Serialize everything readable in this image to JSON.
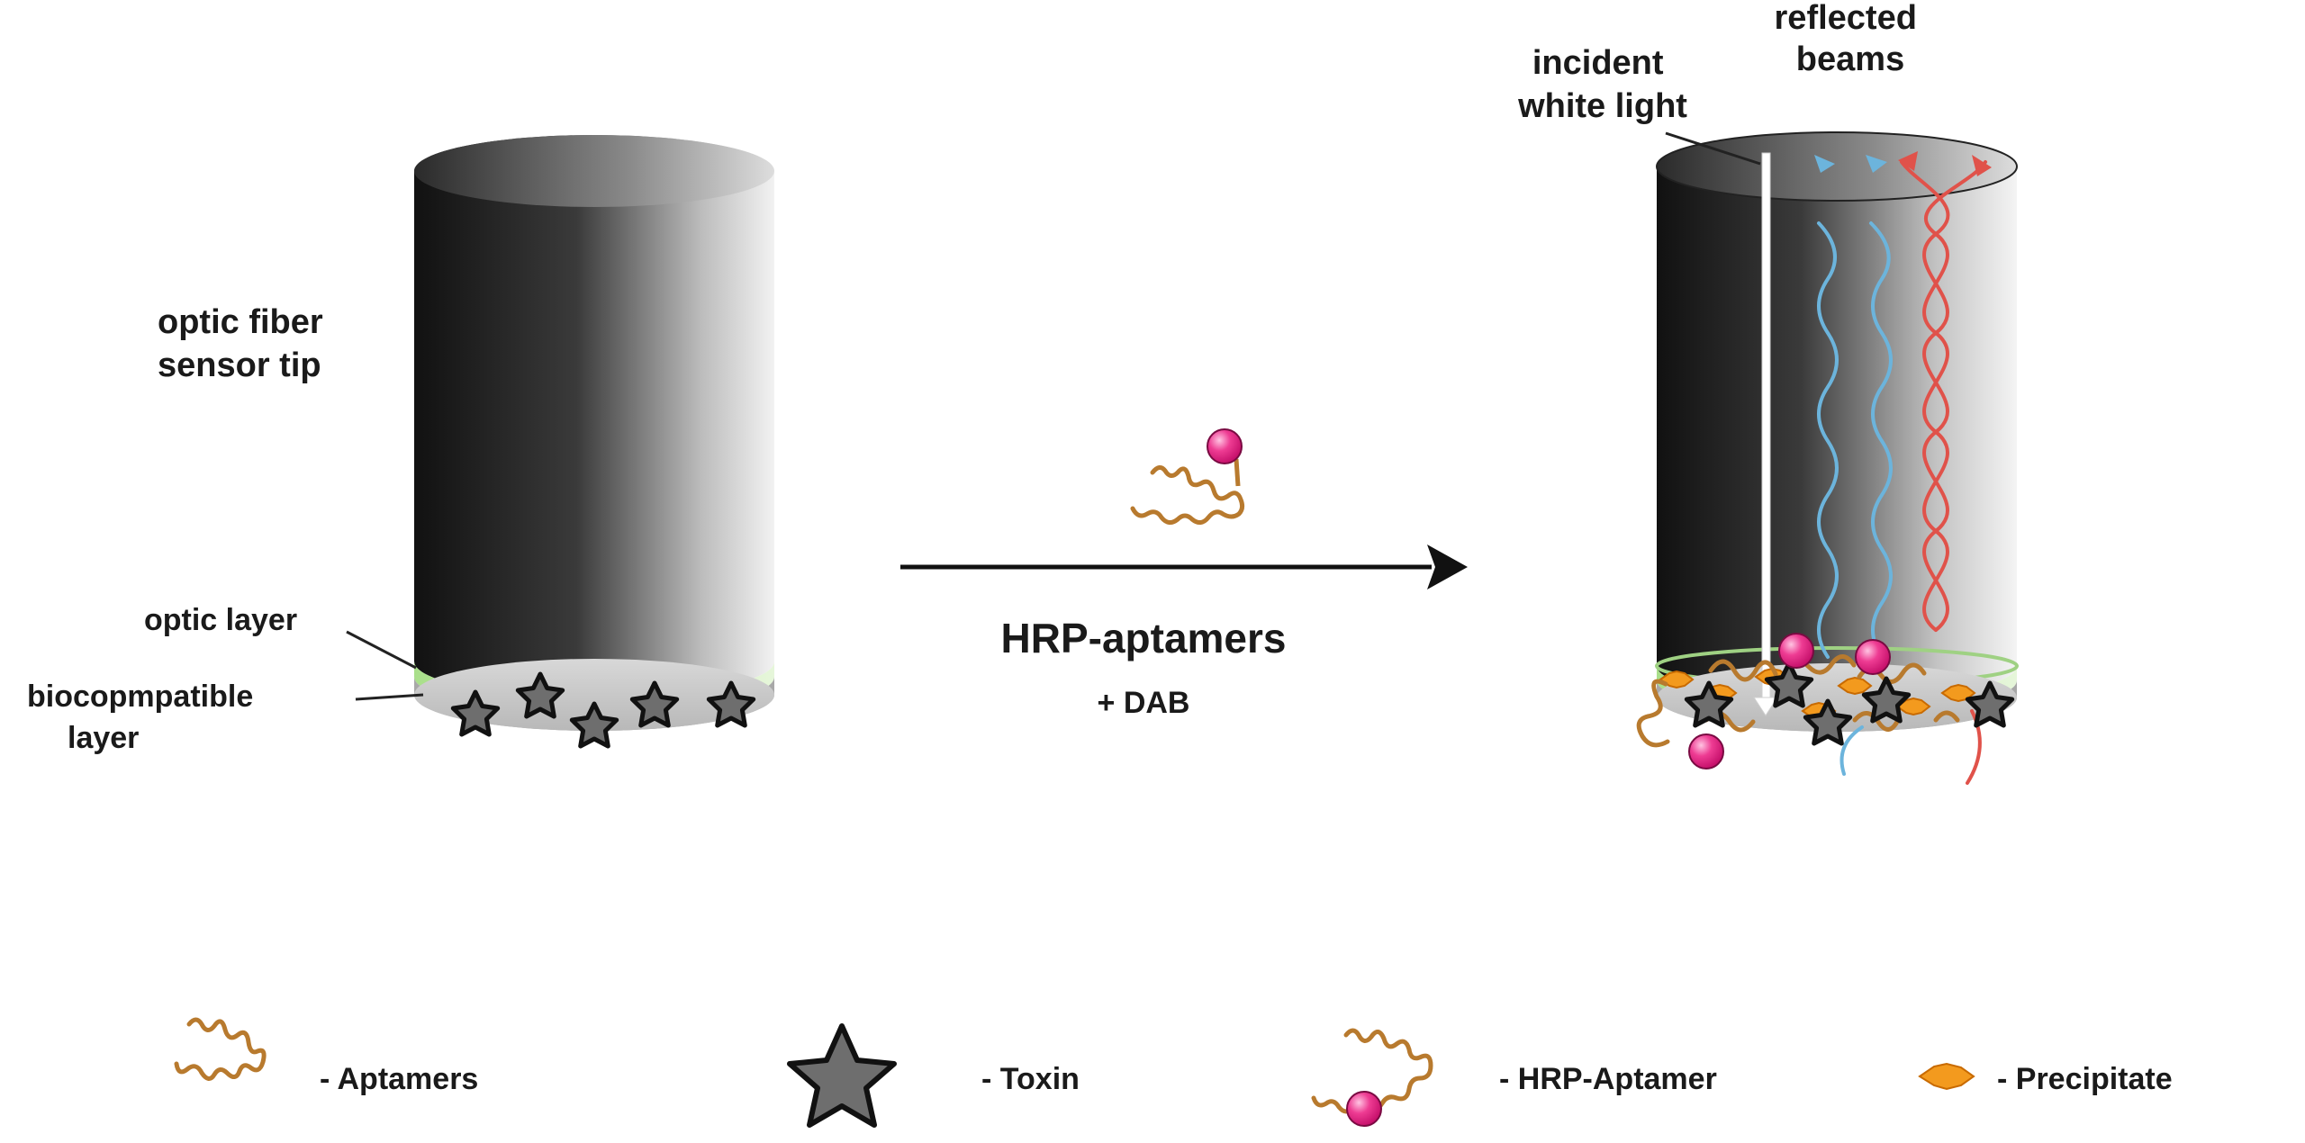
{
  "left": {
    "sensor_tip_label": [
      "optic fiber",
      "sensor tip"
    ],
    "optic_layer_label": "optic layer",
    "biocompatible_label": [
      "biocopmpatible",
      "layer"
    ]
  },
  "arrow": {
    "main_label": "HRP-aptamers",
    "sub_label": "+ DAB"
  },
  "right": {
    "incident_label": [
      "incident",
      "white light"
    ],
    "reflected_label": [
      "reflected",
      "beams"
    ]
  },
  "legend": {
    "aptamers": "- Aptamers",
    "toxin": "- Toxin",
    "hrp_aptamer": "- HRP-Aptamer",
    "precipitate": "- Precipitate"
  },
  "colors": {
    "aptamer": "#b87a2e",
    "hrp": "#e8197e",
    "precipitate": "#f39a1e",
    "optic_layer": "#c8ecb0",
    "blue_beam": "#6cb4dc",
    "red_beam": "#e0524a",
    "toxin_fill": "#6e6e6e"
  }
}
